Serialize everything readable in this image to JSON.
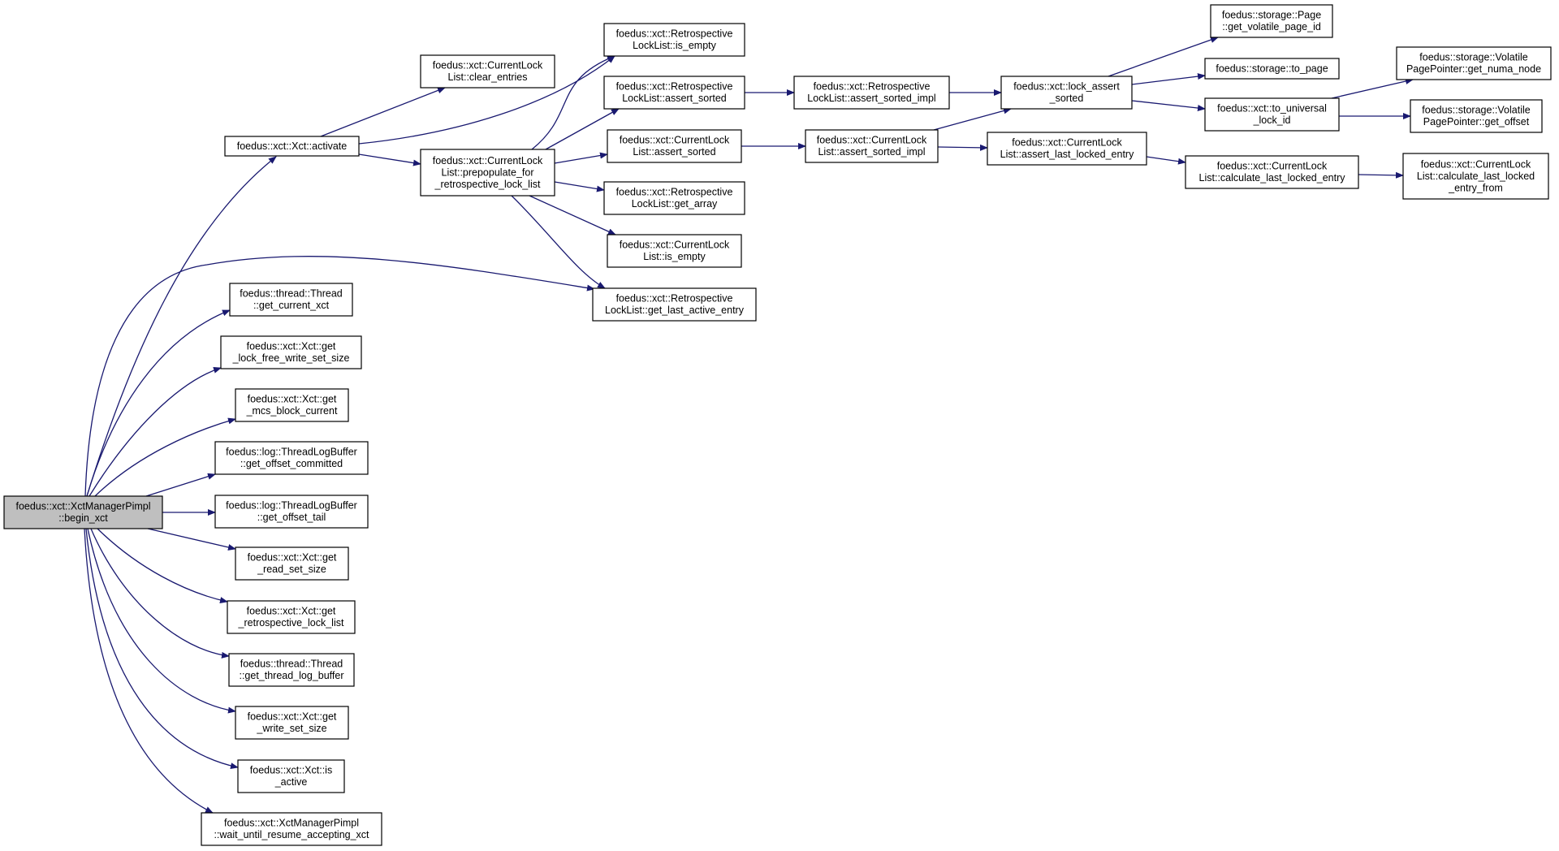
{
  "nodes": [
    {
      "id": "root",
      "lines": [
        "foedus::xct::XctManagerPimpl",
        "::begin_xct"
      ],
      "root": true
    },
    {
      "id": "activate",
      "lines": [
        "foedus::xct::Xct::activate"
      ]
    },
    {
      "id": "clear_entries",
      "lines": [
        "foedus::xct::CurrentLock",
        "List::clear_entries"
      ]
    },
    {
      "id": "prepopulate",
      "lines": [
        "foedus::xct::CurrentLock",
        "List::prepopulate_for",
        "_retrospective_lock_list"
      ]
    },
    {
      "id": "retro_is_empty",
      "lines": [
        "foedus::xct::Retrospective",
        "LockList::is_empty"
      ]
    },
    {
      "id": "retro_assert_sorted",
      "lines": [
        "foedus::xct::Retrospective",
        "LockList::assert_sorted"
      ]
    },
    {
      "id": "cur_assert_sorted",
      "lines": [
        "foedus::xct::CurrentLock",
        "List::assert_sorted"
      ]
    },
    {
      "id": "retro_get_array",
      "lines": [
        "foedus::xct::Retrospective",
        "LockList::get_array"
      ]
    },
    {
      "id": "cur_is_empty",
      "lines": [
        "foedus::xct::CurrentLock",
        "List::is_empty"
      ]
    },
    {
      "id": "retro_get_last_active",
      "lines": [
        "foedus::xct::Retrospective",
        "LockList::get_last_active_entry"
      ]
    },
    {
      "id": "retro_assert_sorted_impl",
      "lines": [
        "foedus::xct::Retrospective",
        "LockList::assert_sorted_impl"
      ]
    },
    {
      "id": "cur_assert_sorted_impl",
      "lines": [
        "foedus::xct::CurrentLock",
        "List::assert_sorted_impl"
      ]
    },
    {
      "id": "lock_assert_sorted",
      "lines": [
        "foedus::xct::lock_assert",
        "_sorted"
      ]
    },
    {
      "id": "assert_last_locked",
      "lines": [
        "foedus::xct::CurrentLock",
        "List::assert_last_locked_entry"
      ]
    },
    {
      "id": "get_volatile_page_id",
      "lines": [
        "foedus::storage::Page",
        "::get_volatile_page_id"
      ]
    },
    {
      "id": "to_page",
      "lines": [
        "foedus::storage::to_page"
      ]
    },
    {
      "id": "to_universal",
      "lines": [
        "foedus::xct::to_universal",
        "_lock_id"
      ]
    },
    {
      "id": "calc_last_locked",
      "lines": [
        "foedus::xct::CurrentLock",
        "List::calculate_last_locked_entry"
      ]
    },
    {
      "id": "get_numa_node",
      "lines": [
        "foedus::storage::Volatile",
        "PagePointer::get_numa_node"
      ]
    },
    {
      "id": "get_offset",
      "lines": [
        "foedus::storage::Volatile",
        "PagePointer::get_offset"
      ]
    },
    {
      "id": "calc_last_locked_from",
      "lines": [
        "foedus::xct::CurrentLock",
        "List::calculate_last_locked",
        "_entry_from"
      ]
    },
    {
      "id": "get_current_xct",
      "lines": [
        "foedus::thread::Thread",
        "::get_current_xct"
      ]
    },
    {
      "id": "get_lock_free",
      "lines": [
        "foedus::xct::Xct::get",
        "_lock_free_write_set_size"
      ]
    },
    {
      "id": "get_mcs",
      "lines": [
        "foedus::xct::Xct::get",
        "_mcs_block_current"
      ]
    },
    {
      "id": "get_offset_committed",
      "lines": [
        "foedus::log::ThreadLogBuffer",
        "::get_offset_committed"
      ]
    },
    {
      "id": "get_offset_tail",
      "lines": [
        "foedus::log::ThreadLogBuffer",
        "::get_offset_tail"
      ]
    },
    {
      "id": "get_read_set",
      "lines": [
        "foedus::xct::Xct::get",
        "_read_set_size"
      ]
    },
    {
      "id": "get_retro_list",
      "lines": [
        "foedus::xct::Xct::get",
        "_retrospective_lock_list"
      ]
    },
    {
      "id": "get_thread_log",
      "lines": [
        "foedus::thread::Thread",
        "::get_thread_log_buffer"
      ]
    },
    {
      "id": "get_write_set",
      "lines": [
        "foedus::xct::Xct::get",
        "_write_set_size"
      ]
    },
    {
      "id": "is_active",
      "lines": [
        "foedus::xct::Xct::is",
        "_active"
      ]
    },
    {
      "id": "wait_until",
      "lines": [
        "foedus::xct::XctManagerPimpl",
        "::wait_until_resume_accepting_xct"
      ]
    }
  ],
  "colors": {
    "edge": "#191970",
    "root_fill": "#bfbfbf",
    "node_fill": "#ffffff",
    "border": "#000000"
  }
}
